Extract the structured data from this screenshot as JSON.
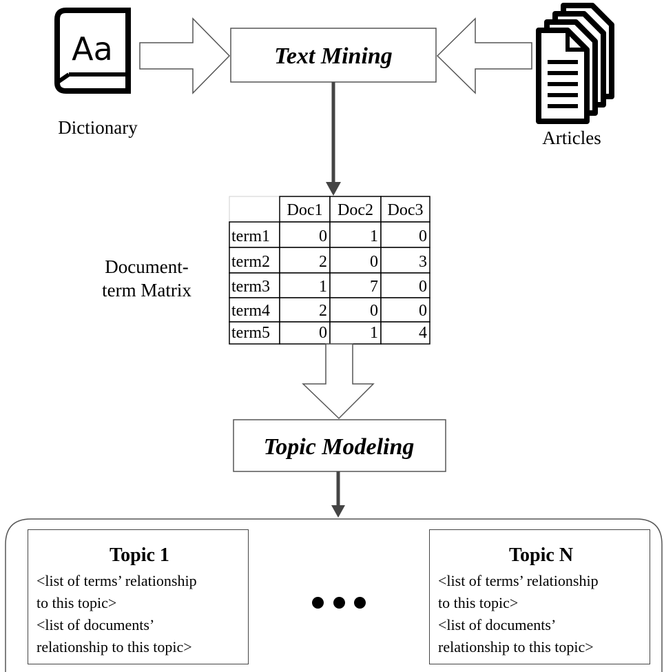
{
  "nodes": {
    "text_mining": "Text Mining",
    "topic_modeling": "Topic Modeling"
  },
  "labels": {
    "dictionary": "Dictionary",
    "articles": "Articles",
    "dtm_line1": "Document-",
    "dtm_line2": "term Matrix"
  },
  "icons": {
    "dictionary": "book-icon",
    "articles": "documents-stack-icon",
    "dictionary_glyph": "Aa"
  },
  "matrix": {
    "columns": [
      "",
      "Doc1",
      "Doc2",
      "Doc3"
    ],
    "rows": [
      {
        "term": "term1",
        "values": [
          "0",
          "1",
          "0"
        ]
      },
      {
        "term": "term2",
        "values": [
          "2",
          "0",
          "3"
        ]
      },
      {
        "term": "term3",
        "values": [
          "1",
          "7",
          "0"
        ]
      },
      {
        "term": "term4",
        "values": [
          "2",
          "0",
          "0"
        ]
      },
      {
        "term": "term5",
        "values": [
          "0",
          "1",
          "4"
        ]
      }
    ]
  },
  "topics": [
    {
      "title": "Topic 1",
      "lines": [
        "<list of terms’ relationship",
        "to this topic>",
        "<list of documents’",
        "relationship to this topic>"
      ]
    },
    {
      "title": "Topic N",
      "lines": [
        "<list of terms’ relationship",
        "to this topic>",
        "<list of documents’",
        "relationship to this topic>"
      ]
    }
  ]
}
